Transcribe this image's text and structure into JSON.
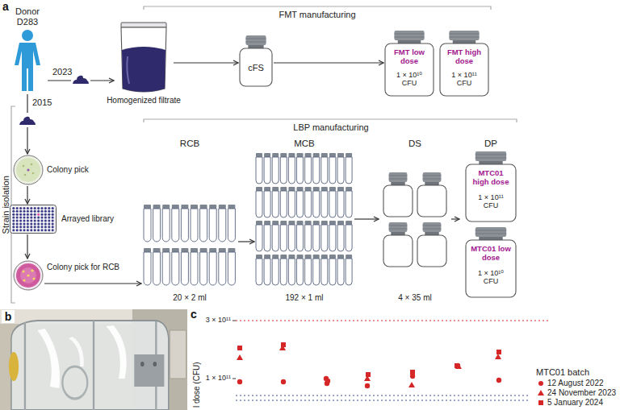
{
  "diagram": {
    "nodes": [
      {
        "text": [
          "Donor D283"
        ]
      },
      {
        "text": [
          "Homogenized filtrate"
        ]
      },
      {
        "text": [
          "cFS"
        ]
      },
      {
        "text": [
          "FMT low dose",
          "1 × 10¹⁰ CFU"
        ]
      },
      {
        "text": [
          "FMT high dose",
          "1 × 10¹¹ CFU"
        ]
      },
      {
        "text": [
          "Colony pick"
        ]
      },
      {
        "text": [
          "Arrayed library"
        ]
      },
      {
        "text": [
          "Colony pick for RCB"
        ]
      },
      {
        "text": [
          "RCB",
          "20 × 2 ml"
        ]
      },
      {
        "text": [
          "MCB",
          "192 × 1 ml"
        ]
      },
      {
        "text": [
          "DS",
          "4 × 35 ml"
        ]
      },
      {
        "text": [
          "DP"
        ]
      },
      {
        "text": [
          "MTC01 high dose",
          "1 × 10¹¹ CFU"
        ],
        "in": 11
      },
      {
        "text": [
          "MTC01 low dose",
          "1 × 10¹⁰ CFU"
        ],
        "in": 11
      }
    ],
    "edges": [
      {
        "from": 0,
        "to": 1,
        "label": "2023",
        "arrow": "to"
      },
      {
        "from": 1,
        "to": 2,
        "arrow": "to"
      },
      {
        "from": 2,
        "to": 3,
        "arrow": "to"
      },
      {
        "from": 0,
        "to": 5,
        "label": "2015",
        "arrow": "to"
      },
      {
        "from": 5,
        "to": 6,
        "arrow": "to"
      },
      {
        "from": 6,
        "to": 7,
        "arrow": "to"
      },
      {
        "from": 7,
        "to": 8,
        "arrow": "to"
      },
      {
        "from": 8,
        "to": 9,
        "arrow": "to"
      },
      {
        "from": 9,
        "to": 10,
        "arrow": "to"
      },
      {
        "from": 10,
        "to": 11,
        "arrow": "to"
      }
    ],
    "labels": [
      "a",
      "FMT manufacturing",
      "LBP manufacturing",
      "Strain isolation",
      "b",
      "c",
      "3 × 10¹¹",
      "1 × 10¹¹",
      "l dose (CFU)",
      "MTC01 batch"
    ],
    "legend": [
      {
        "text": "12 August 2022"
      },
      {
        "text": "24 November 2023"
      },
      {
        "text": "5 January 2024"
      }
    ]
  }
}
